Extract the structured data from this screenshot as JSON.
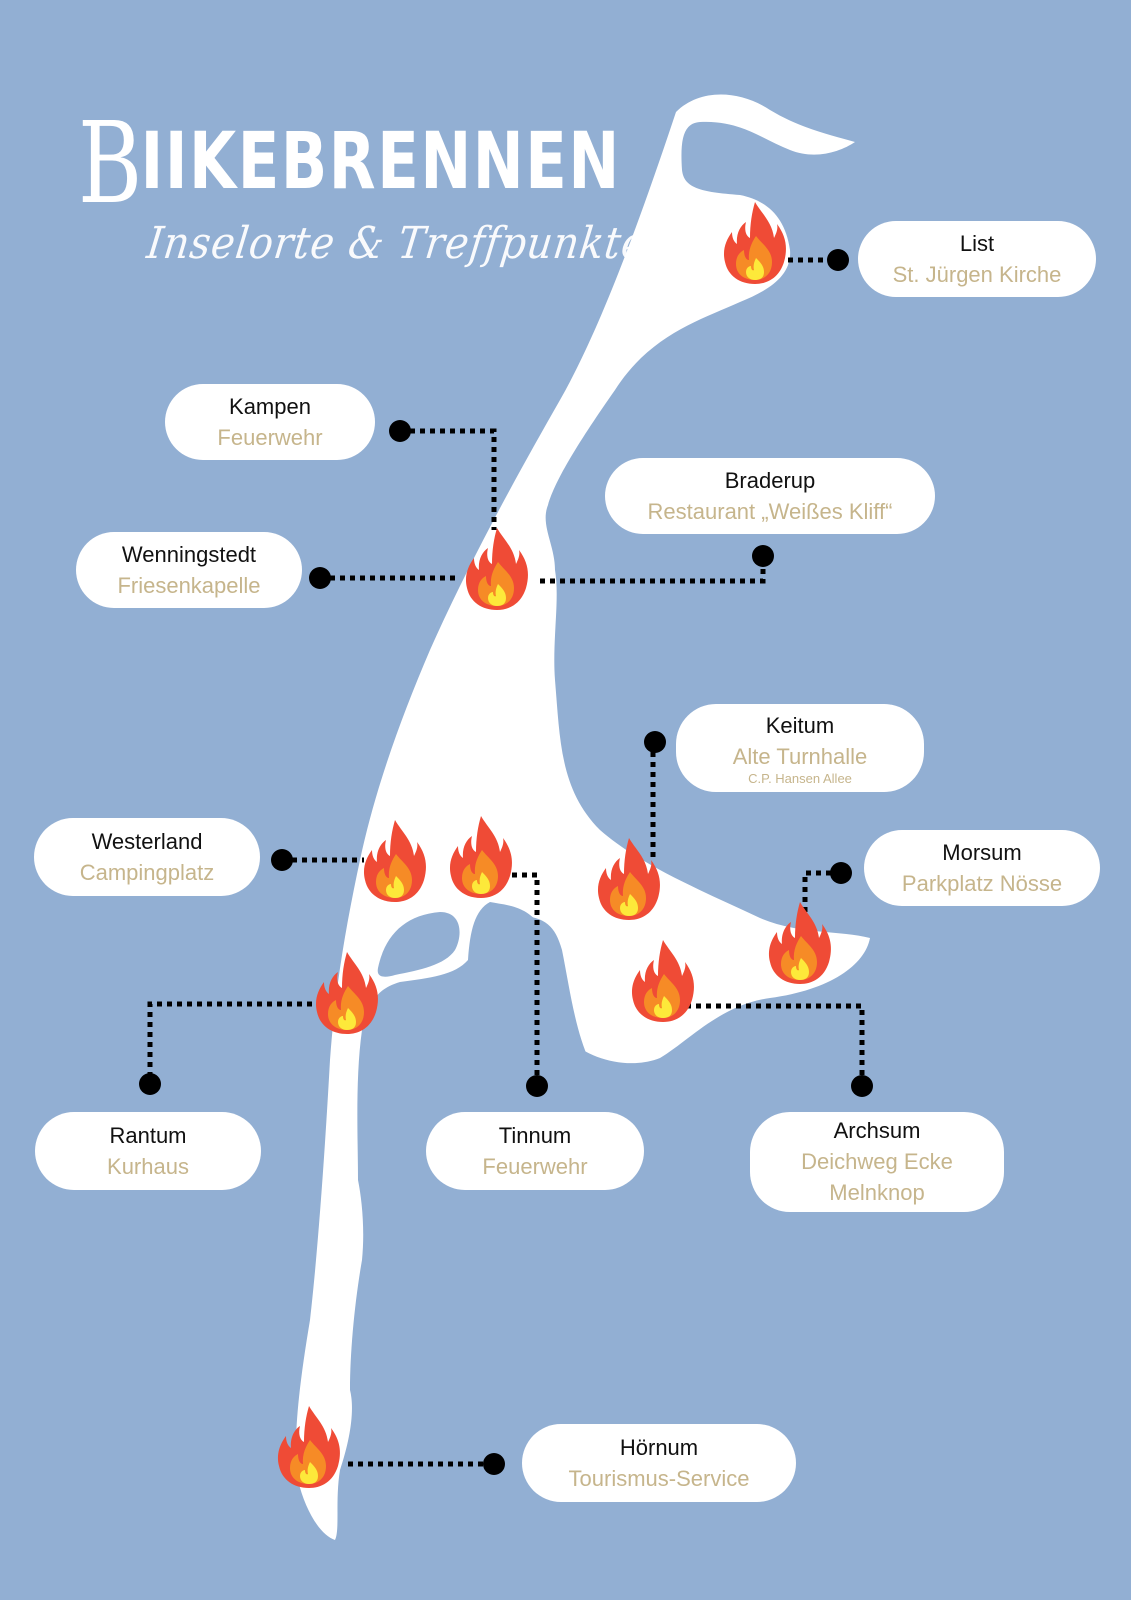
{
  "header": {
    "title_initial": "B",
    "title_rest": "IIKEBRENNEN",
    "subtitle": "Inselorte & Treffpunkte"
  },
  "colors": {
    "sea": "#92afd3",
    "island": "#ffffff",
    "place_text": "#111111",
    "venue_text": "#c6b58c",
    "connector": "#000000",
    "flame_outer": "#ef4b36",
    "flame_mid": "#f68b26",
    "flame_inner": "#fde93a"
  },
  "locations": [
    {
      "id": "list",
      "place": "List",
      "venue": "St. Jürgen Kirche",
      "icon": "fire-icon"
    },
    {
      "id": "kampen",
      "place": "Kampen",
      "venue": "Feuerwehr",
      "icon": "fire-icon"
    },
    {
      "id": "braderup",
      "place": "Braderup",
      "venue": "Restaurant „Weißes Kliff“",
      "icon": "fire-icon"
    },
    {
      "id": "wenningstedt",
      "place": "Wenningstedt",
      "venue": "Friesenkapelle",
      "icon": "fire-icon"
    },
    {
      "id": "keitum",
      "place": "Keitum",
      "venue": "Alte Turnhalle",
      "street": "C.P. Hansen Allee",
      "icon": "fire-icon"
    },
    {
      "id": "westerland",
      "place": "Westerland",
      "venue": "Campingplatz",
      "icon": "fire-icon"
    },
    {
      "id": "morsum",
      "place": "Morsum",
      "venue": "Parkplatz Nösse",
      "icon": "fire-icon"
    },
    {
      "id": "rantum",
      "place": "Rantum",
      "venue": "Kurhaus",
      "icon": "fire-icon"
    },
    {
      "id": "tinnum",
      "place": "Tinnum",
      "venue": "Feuerwehr",
      "icon": "fire-icon"
    },
    {
      "id": "archsum",
      "place": "Archsum",
      "venue": "Deichweg Ecke",
      "venue2": "Melnknop",
      "icon": "fire-icon"
    },
    {
      "id": "hoernum",
      "place": "Hörnum",
      "venue": "Tourismus-Service",
      "icon": "fire-icon"
    }
  ]
}
